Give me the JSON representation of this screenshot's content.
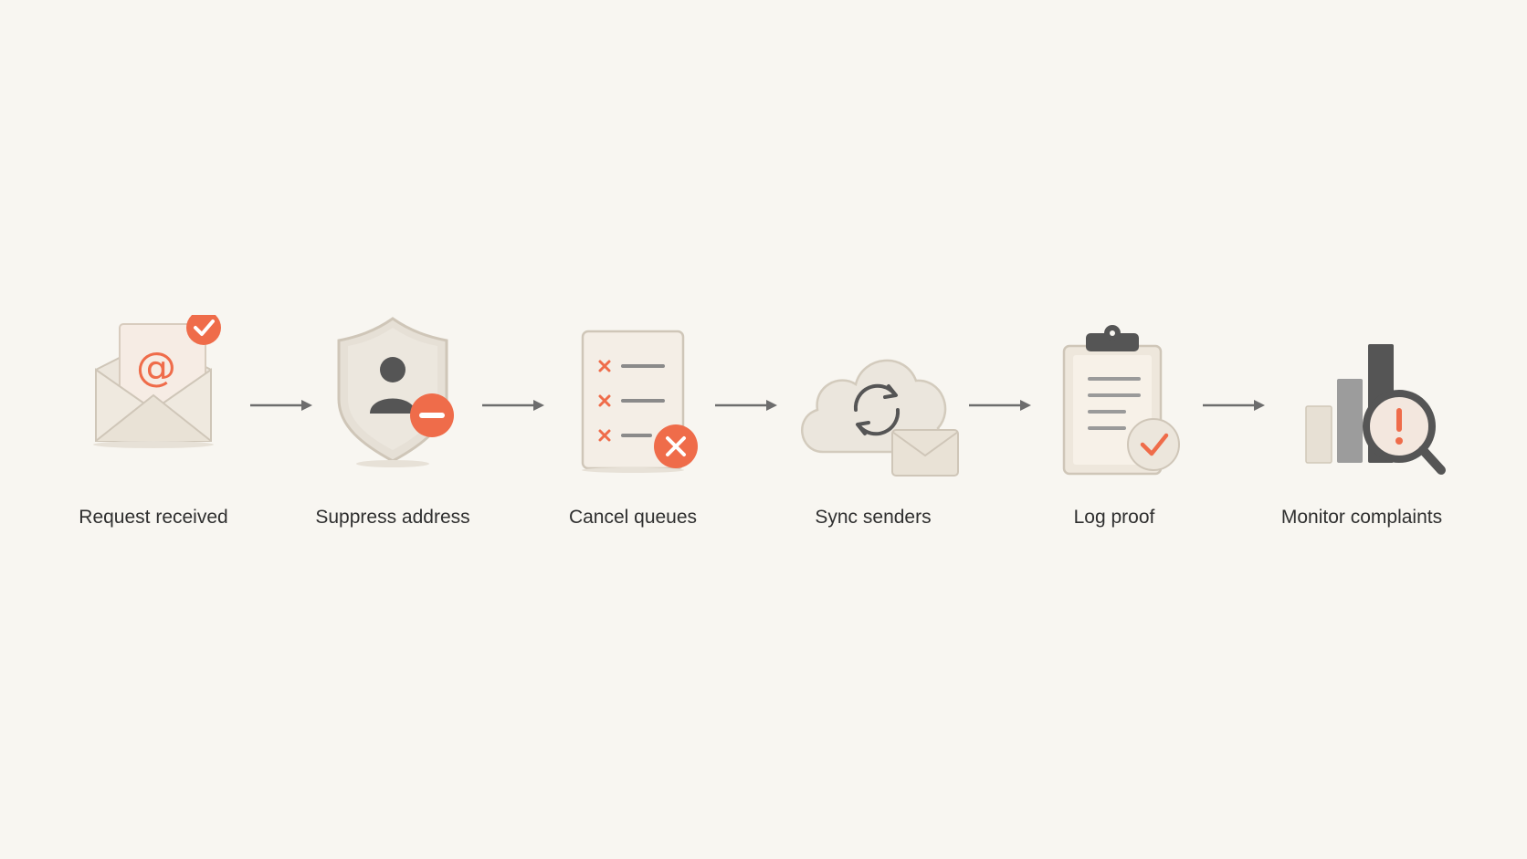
{
  "diagram": {
    "steps": [
      {
        "label": "Request received",
        "icon": "envelope-email-check-icon"
      },
      {
        "label": "Suppress address",
        "icon": "shield-user-remove-icon"
      },
      {
        "label": "Cancel queues",
        "icon": "checklist-cancel-icon"
      },
      {
        "label": "Sync senders",
        "icon": "cloud-sync-mail-icon"
      },
      {
        "label": "Log proof",
        "icon": "clipboard-check-icon"
      },
      {
        "label": "Monitor complaints",
        "icon": "bar-chart-alert-magnifier-icon"
      }
    ],
    "colors": {
      "background": "#f8f6f1",
      "accent": "#ef6c4a",
      "neutral_fill": "#ece6dc",
      "neutral_stroke": "#cfc6b8",
      "dark": "#5a5a5a",
      "arrow": "#6d6d6d"
    }
  }
}
